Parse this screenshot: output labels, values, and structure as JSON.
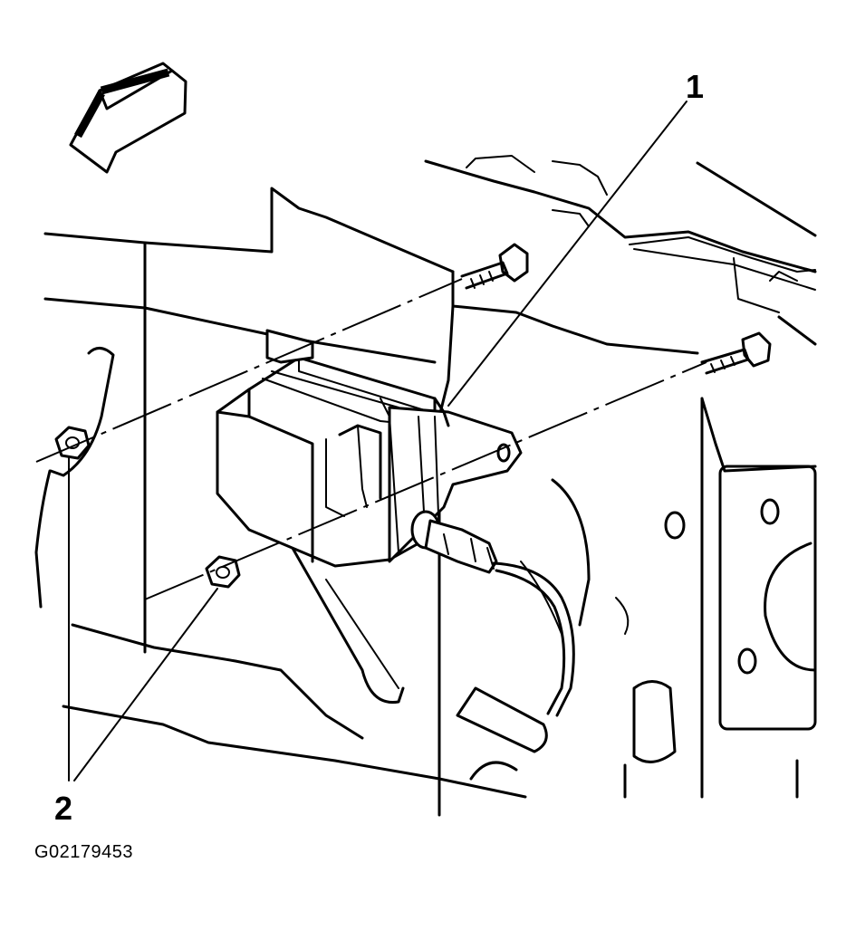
{
  "figure": {
    "callouts": [
      {
        "label": "1",
        "part": "module"
      },
      {
        "label": "2",
        "part": "nuts"
      }
    ],
    "figure_id": "G02179453",
    "icons": [
      "direction-arrow-icon",
      "bolt-icon",
      "nut-icon",
      "connector-icon"
    ]
  }
}
